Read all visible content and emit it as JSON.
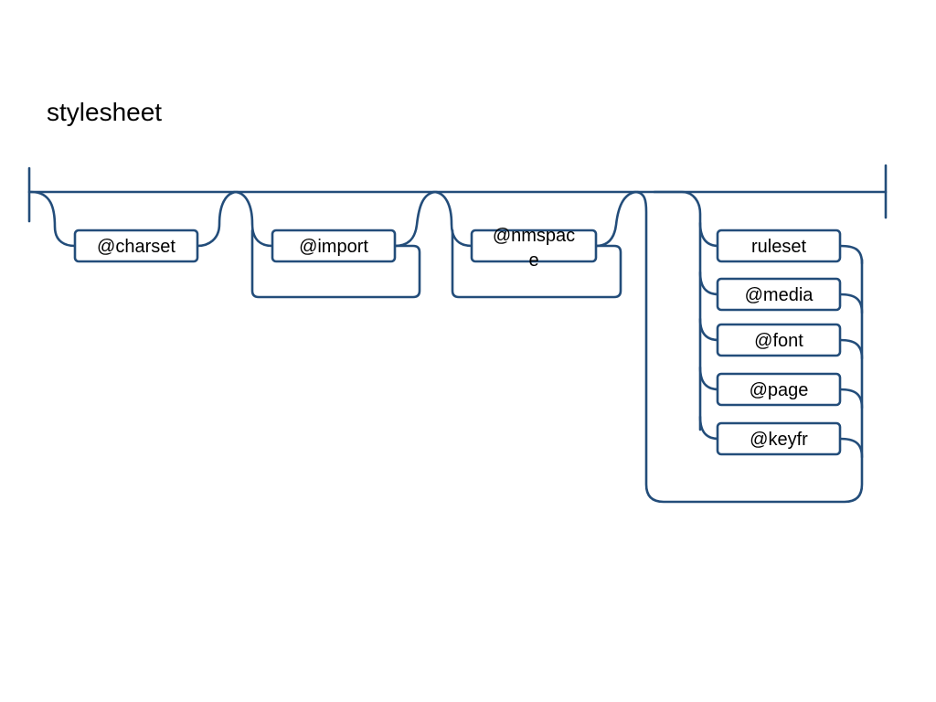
{
  "diagram": {
    "title": "stylesheet",
    "line_color": "#234d7a",
    "nodes": {
      "charset": "@charset",
      "import": "@import",
      "namespace_line1": "@nmspac",
      "namespace_line2": "e",
      "ruleset": "ruleset",
      "media": "@media",
      "font": "@font",
      "page": "@page",
      "keyframes": "@keyfr"
    }
  }
}
